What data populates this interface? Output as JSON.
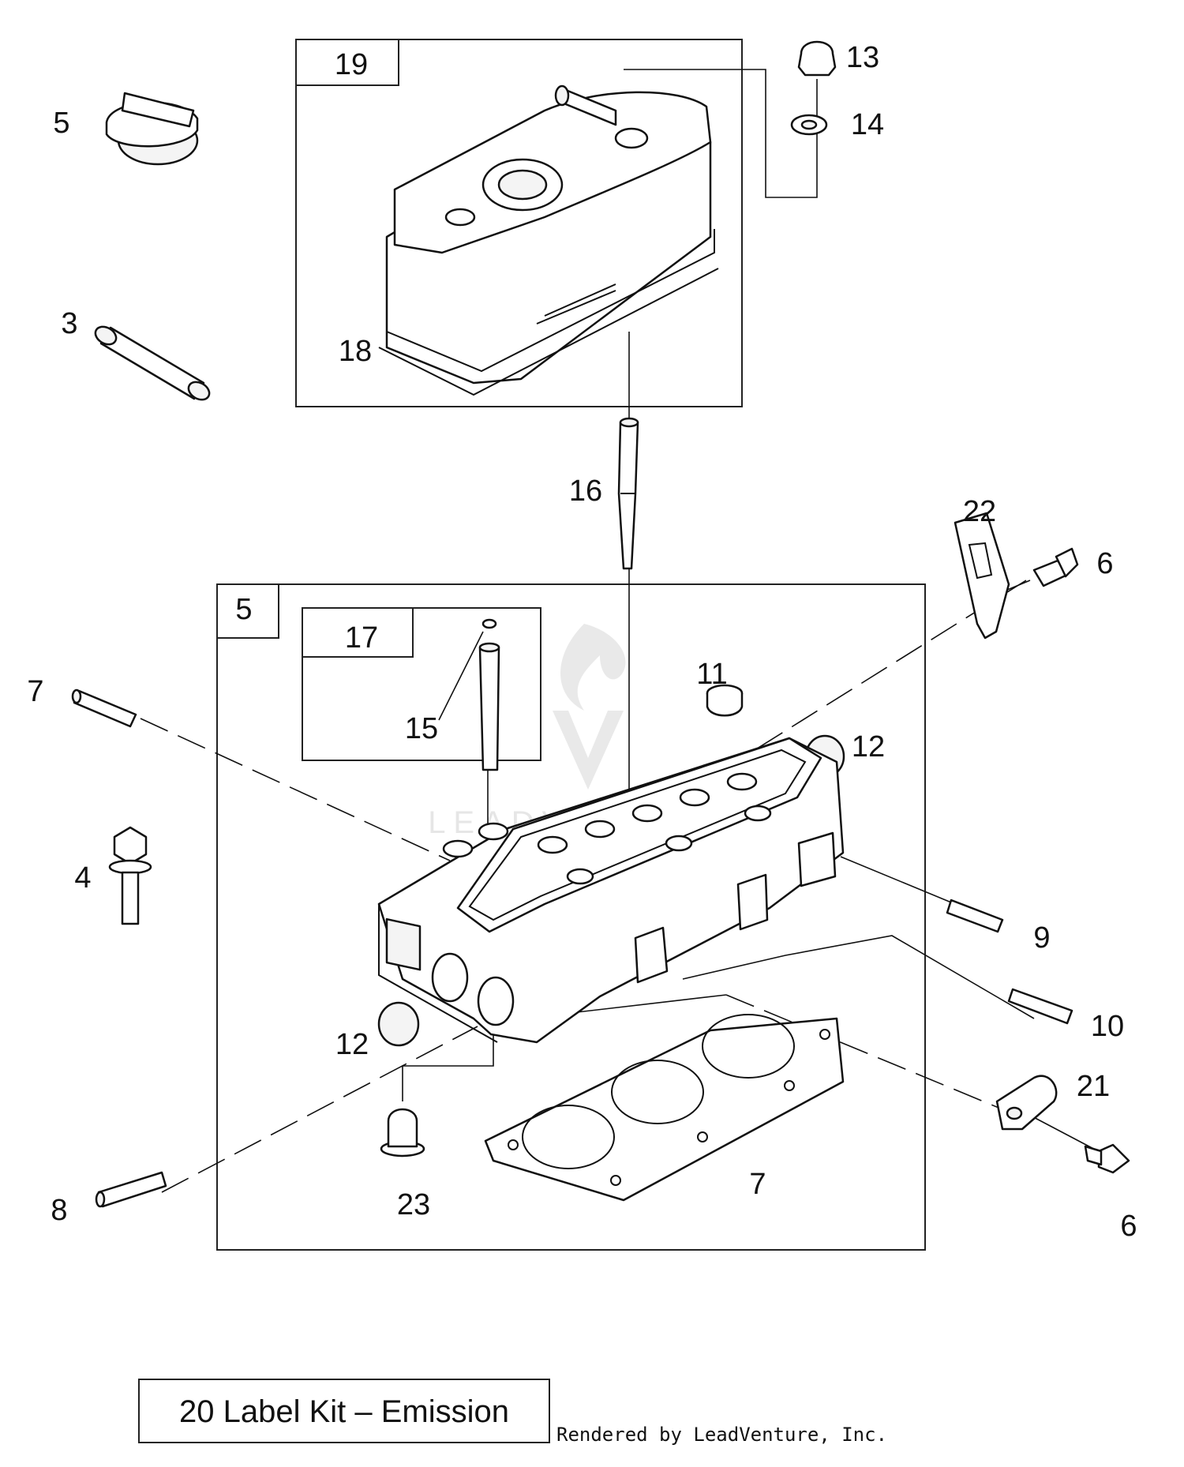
{
  "diagram": {
    "group_labels": [
      "19",
      "5",
      "17"
    ],
    "callouts": [
      "3",
      "4",
      "5",
      "6",
      "6",
      "7",
      "7",
      "8",
      "9",
      "10",
      "11",
      "12",
      "12",
      "13",
      "14",
      "15",
      "16",
      "18",
      "21",
      "22",
      "23"
    ],
    "label_kit": "20 Label Kit – Emission",
    "credit": "Rendered by LeadVenture, Inc.",
    "watermark": "LEADVENTURE"
  }
}
